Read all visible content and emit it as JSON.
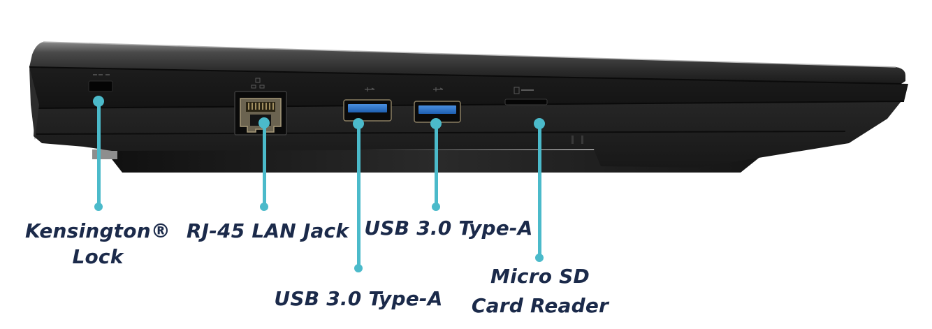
{
  "figure": {
    "subject": "Laptop right side view with port callouts",
    "accent_color": "#4bbaca",
    "label_color": "#1b2a4a"
  },
  "ports": [
    {
      "id": "kensington-lock",
      "label_line1": "Kensington®",
      "label_line2": "Lock",
      "icon": "lock-slot-icon"
    },
    {
      "id": "rj45",
      "label_line1": "RJ-45 LAN Jack",
      "icon": "ethernet-port-icon"
    },
    {
      "id": "usb-a-1",
      "label_line1": "USB 3.0 Type-A",
      "icon": "usb-port-icon"
    },
    {
      "id": "usb-a-2",
      "label_line1": "USB 3.0 Type-A",
      "icon": "usb-port-icon"
    },
    {
      "id": "micro-sd",
      "label_line1": "Micro SD",
      "label_line2": "Card Reader",
      "icon": "sd-card-slot-icon"
    }
  ]
}
